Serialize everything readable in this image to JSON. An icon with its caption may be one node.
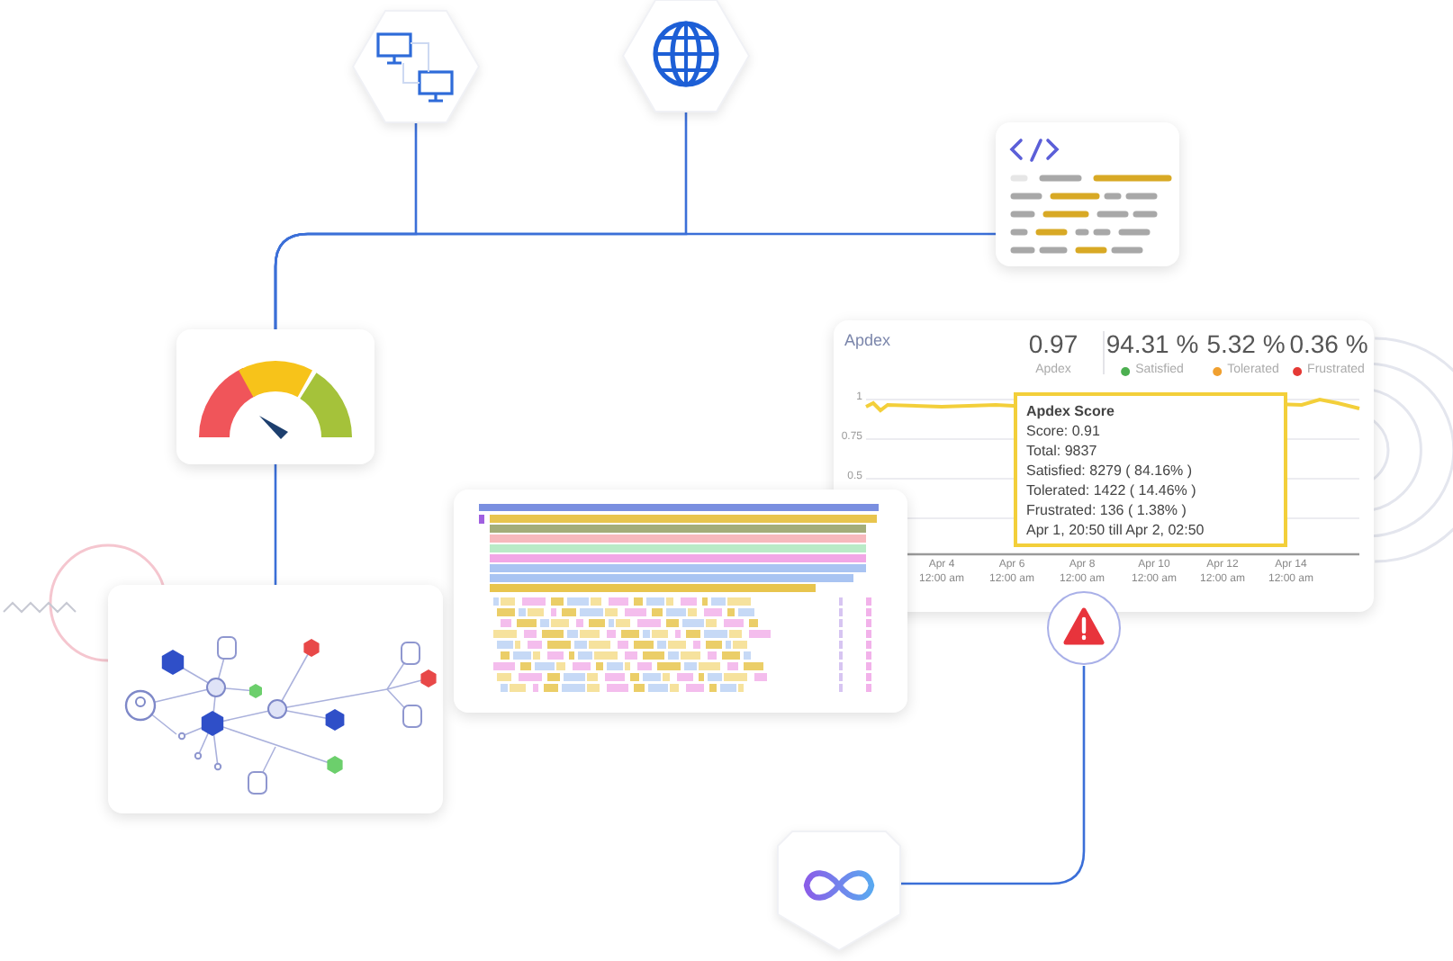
{
  "diagram": {
    "nodes": [
      {
        "text": [],
        "shape": "picture"
      },
      {
        "text": [],
        "shape": "picture"
      },
      {
        "text": [],
        "shape": "picture"
      },
      {
        "text": [],
        "shape": "picture"
      },
      {
        "text": [
          "Apdex"
        ]
      },
      {
        "text": [
          "Apdex Score",
          "Score: 0.91",
          "Total: 9837",
          "Satisfied: 8279 ( 84.16% )",
          "Tolerated: 1422 ( 14.46% )",
          "Frustrated: 136 ( 1.38% )",
          "Apr 1, 20:50 till Apr 2, 02:50"
        ],
        "in": 4
      },
      {
        "text": [],
        "shape": "picture"
      },
      {
        "text": [],
        "shape": "picture"
      },
      {
        "text": [],
        "shape": "picture"
      },
      {
        "text": [],
        "shape": "picture"
      }
    ],
    "edges": [
      {
        "from": 0,
        "to": 3,
        "arrow": "none"
      },
      {
        "from": 1,
        "to": 3,
        "arrow": "none"
      },
      {
        "from": 2,
        "to": 3,
        "arrow": "none"
      },
      {
        "from": 3,
        "to": 7,
        "arrow": "none"
      },
      {
        "from": 8,
        "to": 9,
        "arrow": "none"
      }
    ],
    "labels": [
      "0.97",
      "Apdex",
      "94.31 %",
      "5.32 %",
      "0.36 %",
      "1",
      "0.75",
      "0.5",
      "Apr 4",
      "12:00 am",
      "Apr 6",
      "12:00 am",
      "Apr 8",
      "12:00 am",
      "Apr 10",
      "12:00 am",
      "Apr 12",
      "12:00 am",
      "Apr 14",
      "12:00 am"
    ],
    "legend": [
      {
        "text": "Satisfied",
        "color": "#4caf50"
      },
      {
        "text": "Tolerated",
        "color": "#f0a030"
      },
      {
        "text": "Frustrated",
        "color": "#e53935"
      }
    ]
  }
}
